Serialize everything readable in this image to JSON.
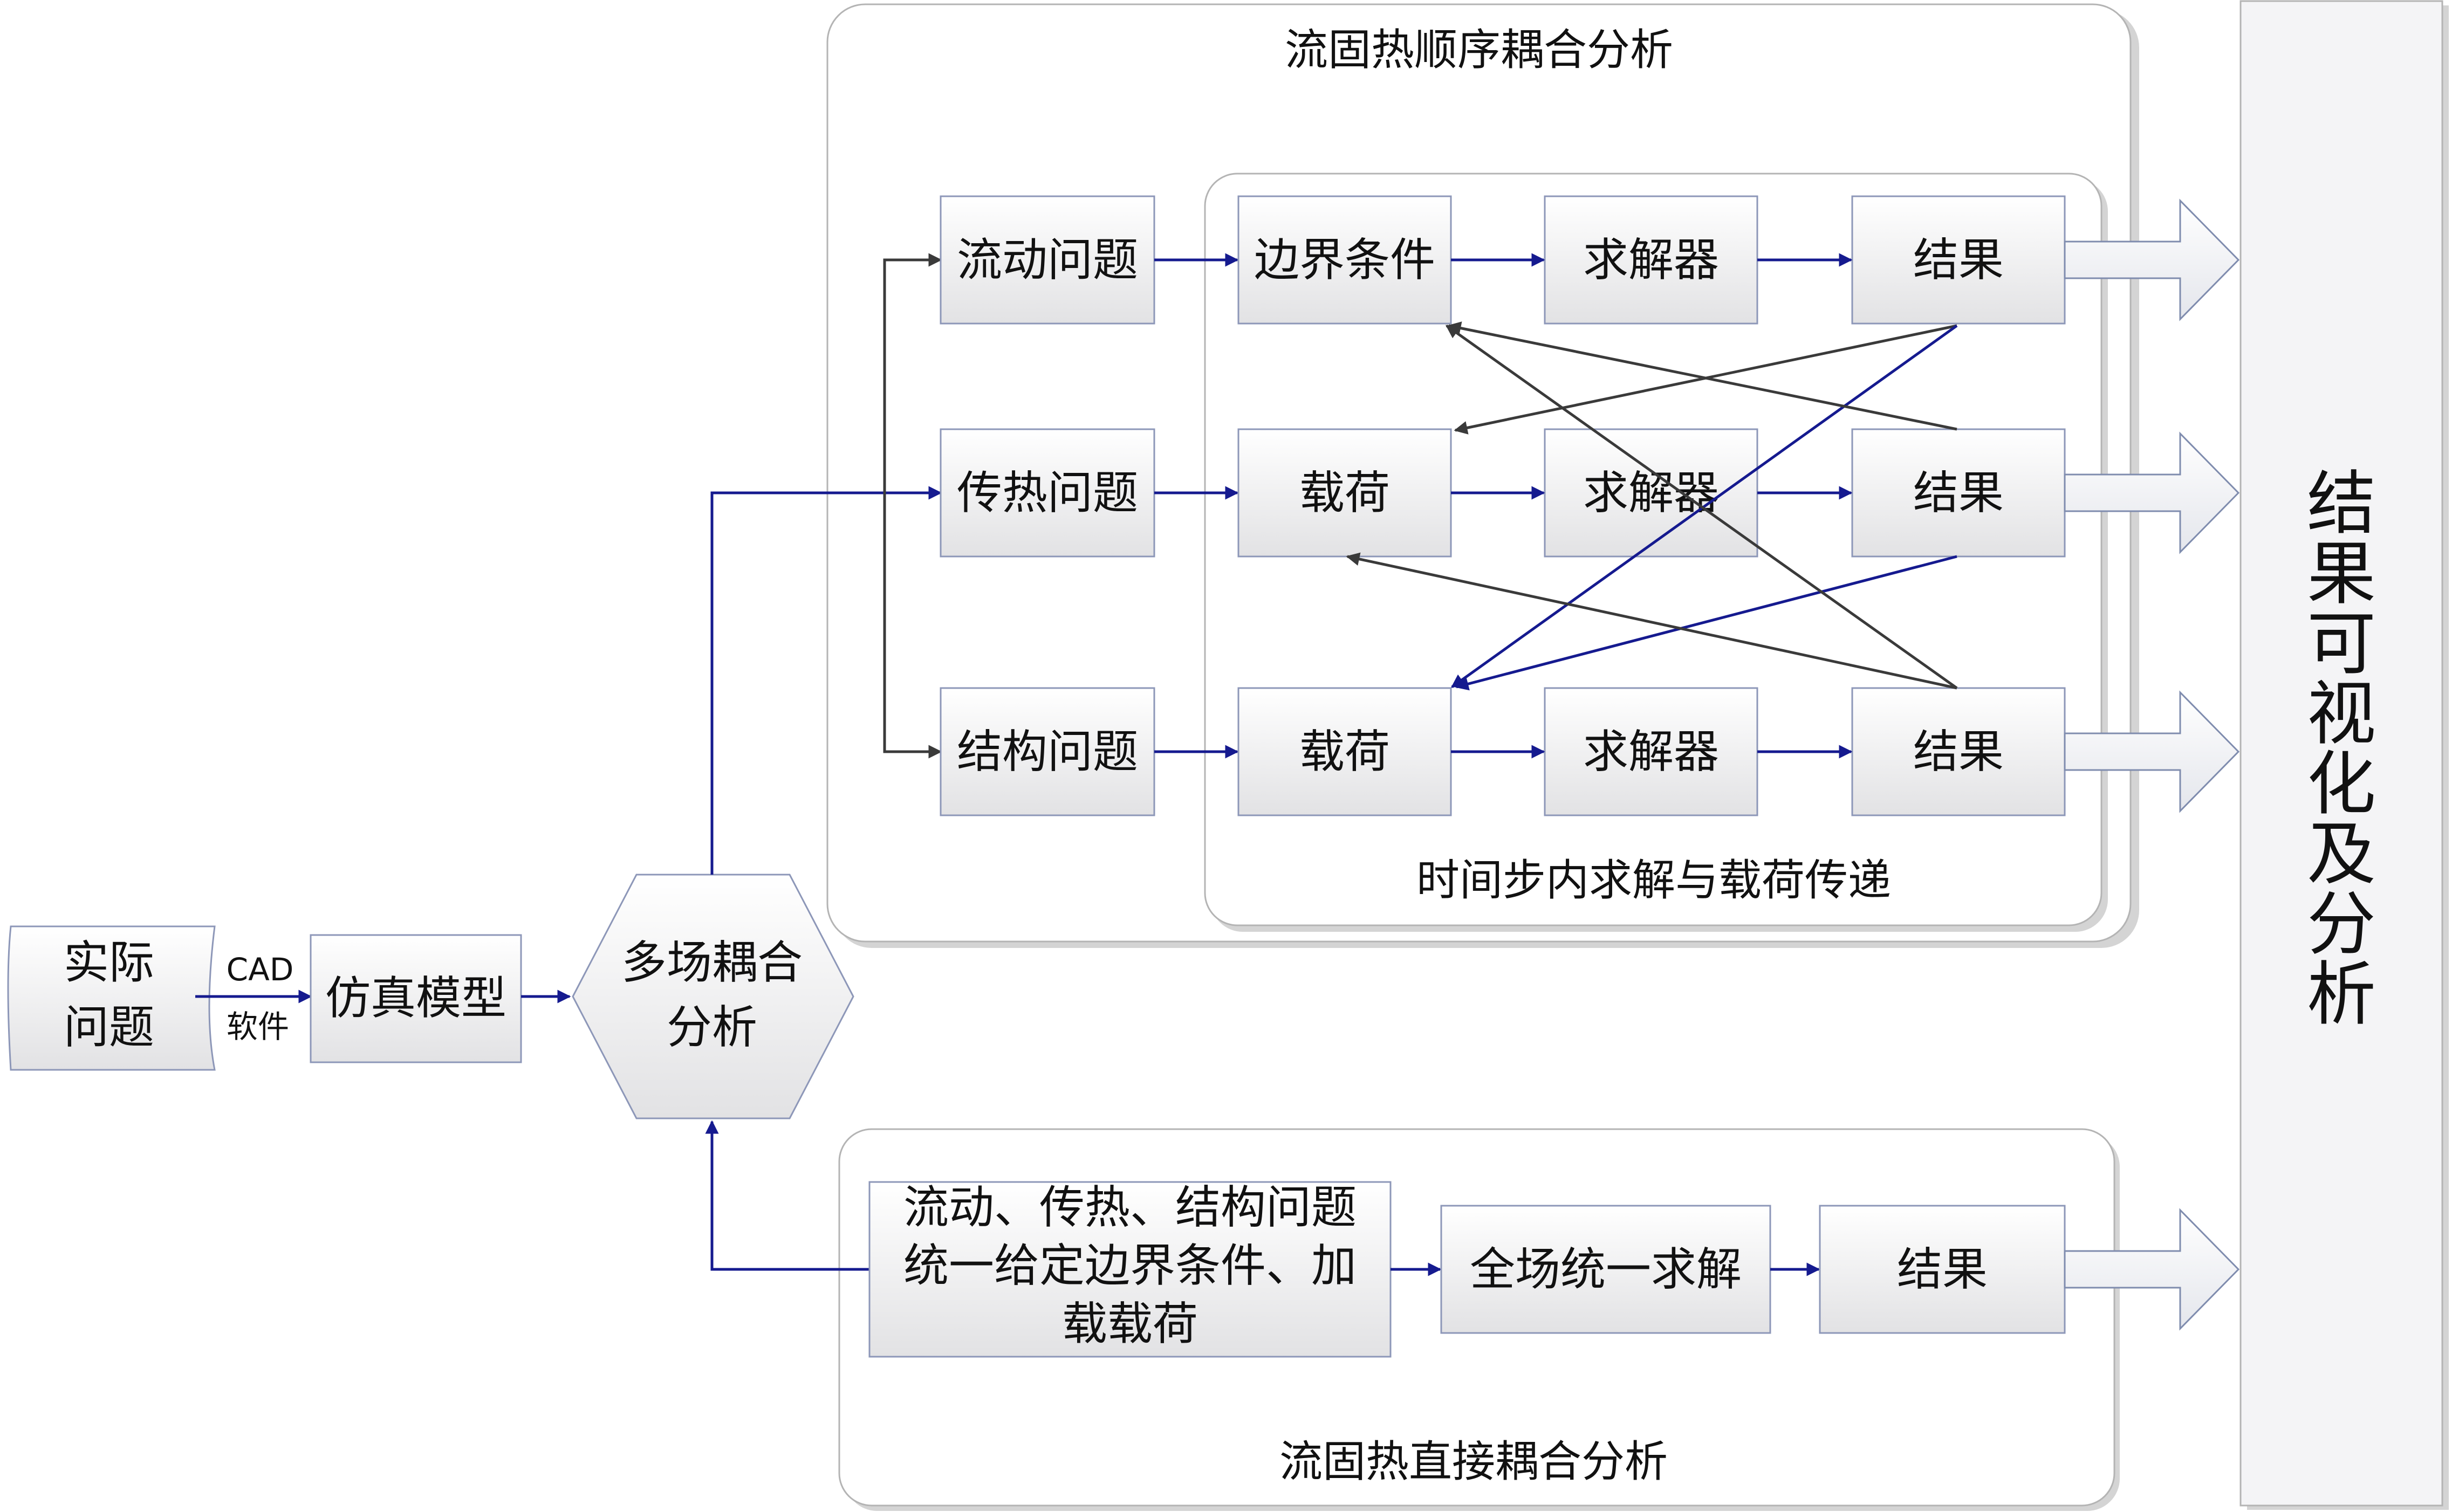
{
  "input": {
    "problem_line1": "实际",
    "problem_line2": "问题",
    "cad": "CAD",
    "software": "软件",
    "model": "仿真模型",
    "multifield_line1": "多场耦合",
    "multifield_line2": "分析"
  },
  "sequential": {
    "title": "流固热顺序耦合分析",
    "inner_title": "时间步内求解与载荷传递",
    "problems": [
      "流动问题",
      "传热问题",
      "结构问题"
    ],
    "rows": [
      [
        "边界条件",
        "求解器",
        "结果"
      ],
      [
        "载荷",
        "求解器",
        "结果"
      ],
      [
        "载荷",
        "求解器",
        "结果"
      ]
    ]
  },
  "direct": {
    "title": "流固热直接耦合分析",
    "input_line1": "流动、传热、结构问题",
    "input_line2": "统一给定边界条件、加",
    "input_line3": "载载荷",
    "solve": "全场统一求解",
    "result": "结果"
  },
  "output": {
    "chars": [
      "结",
      "果",
      "可",
      "视",
      "化",
      "及",
      "分",
      "析"
    ]
  },
  "colors": {
    "navy_arrow": "#151a8f",
    "gray_arrow": "#3a3a3a"
  }
}
